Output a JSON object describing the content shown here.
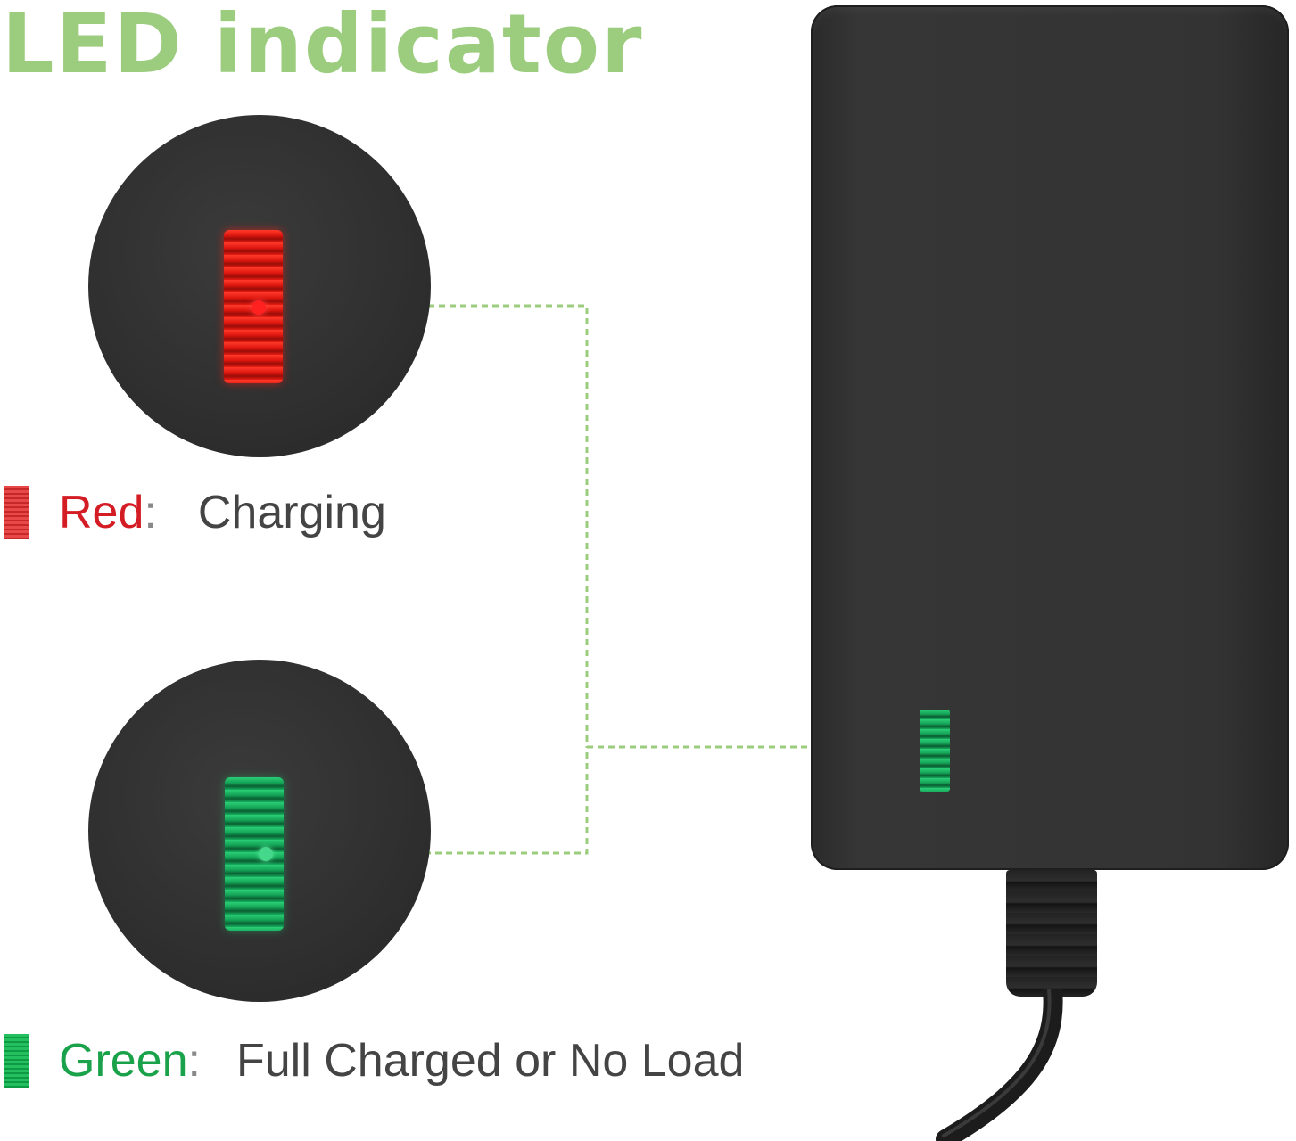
{
  "title": "LED indicator",
  "legend": {
    "red": {
      "name": "Red",
      "separator": ":",
      "description": "Charging"
    },
    "green": {
      "name": "Green",
      "separator": ":",
      "description": "Full Charged or No Load"
    }
  },
  "colors": {
    "title": "#9ccd7f",
    "red_label": "#d41c24",
    "green_label": "#1aa24a",
    "connector_line": "#9ccd7f",
    "adapter_body": "#333333"
  }
}
